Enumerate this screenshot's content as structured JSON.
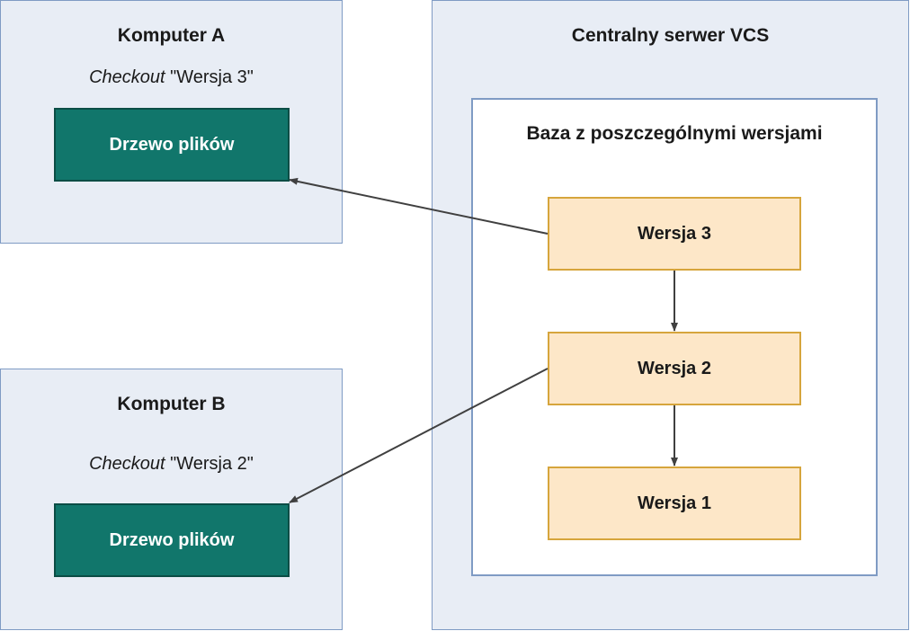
{
  "computer_a": {
    "title": "Komputer A",
    "checkout_keyword": "Checkout",
    "checkout_version": " \"Wersja 3\"",
    "tree_label": "Drzewo plików"
  },
  "computer_b": {
    "title": "Komputer B",
    "checkout_keyword": "Checkout",
    "checkout_version": " \"Wersja 2\"",
    "tree_label": "Drzewo plików"
  },
  "server": {
    "title": "Centralny serwer VCS",
    "database": {
      "title": "Baza z poszczególnymi wersjami",
      "versions": [
        "Wersja 3",
        "Wersja 2",
        "Wersja 1"
      ]
    }
  },
  "colors": {
    "panel_fill": "#e8edf5",
    "panel_border": "#7f9bc4",
    "tree_fill": "#11766b",
    "version_fill": "#fde7c8",
    "version_border": "#d6a53c",
    "arrow": "#404040"
  }
}
